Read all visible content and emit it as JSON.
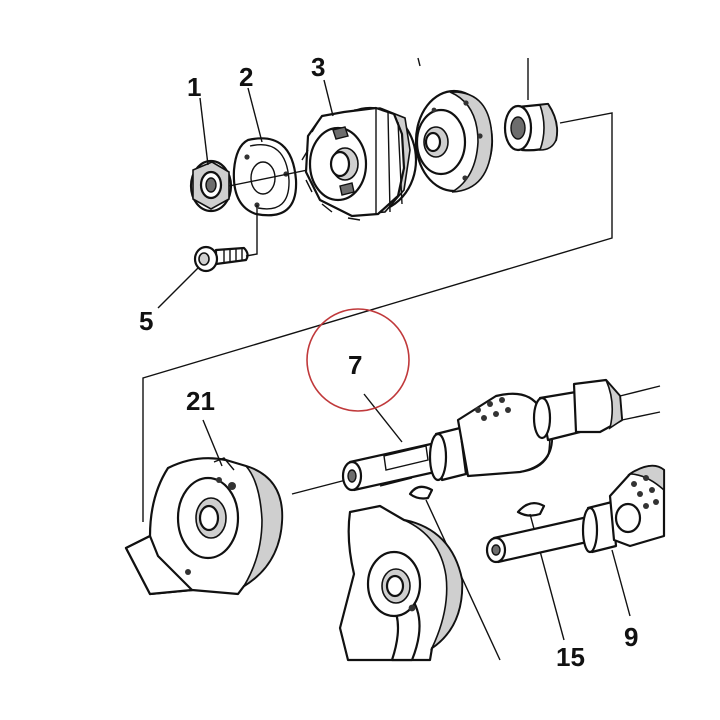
{
  "labels": {
    "part_1": "1",
    "part_2": "2",
    "part_3": "3",
    "part_5": "5",
    "part_7": "7",
    "part_9": "9",
    "part_15": "15",
    "part_21": "21"
  },
  "highlight": {
    "circle_color": "#c0393b",
    "circled_label": "7"
  },
  "colors": {
    "line": "#111111",
    "shade": "#cfcfcf",
    "background": "#ffffff"
  }
}
